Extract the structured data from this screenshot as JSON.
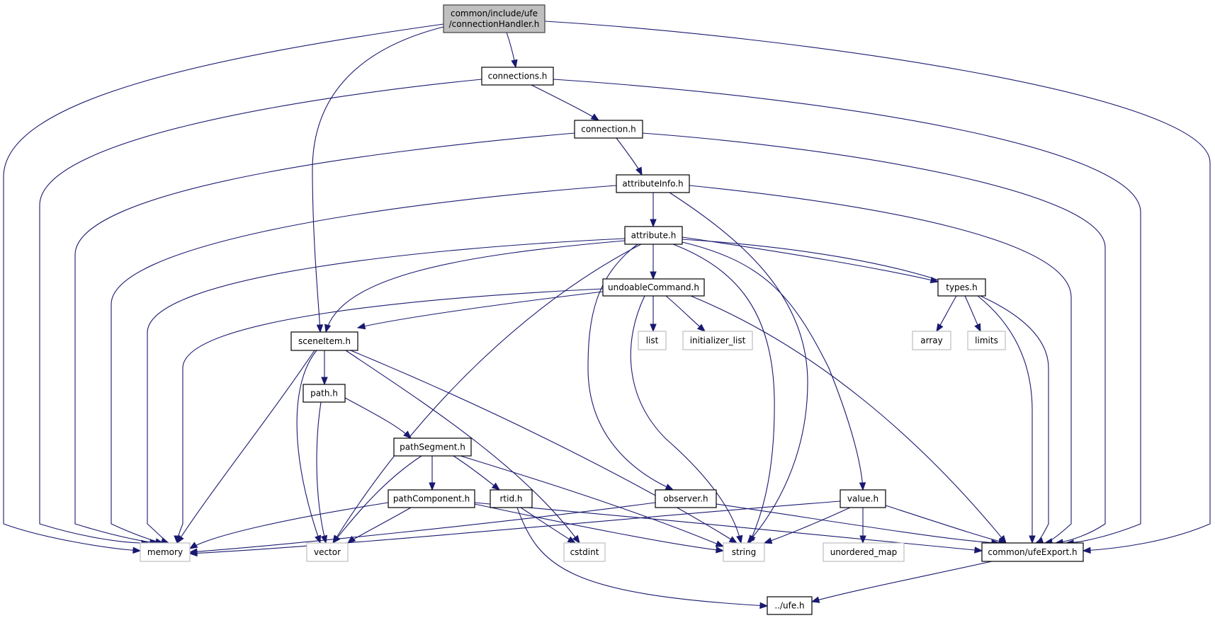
{
  "diagram": {
    "title": "Include dependency graph for connectionHandler.h",
    "colors": {
      "edge": "#191970",
      "root_fill": "#bfbfbf",
      "root_border": "#404040",
      "local_fill": "#ffffff",
      "local_border": "#000000",
      "system_fill": "#ffffff",
      "system_border": "#bfbfbf"
    },
    "nodes": [
      {
        "id": "root",
        "kind": "root",
        "lines": [
          "common/include/ufe",
          "/connectionHandler.h"
        ]
      },
      {
        "id": "connections",
        "kind": "local",
        "lines": [
          "connections.h"
        ]
      },
      {
        "id": "connection",
        "kind": "local",
        "lines": [
          "connection.h"
        ]
      },
      {
        "id": "attributeInfo",
        "kind": "local",
        "lines": [
          "attributeInfo.h"
        ]
      },
      {
        "id": "attribute",
        "kind": "local",
        "lines": [
          "attribute.h"
        ]
      },
      {
        "id": "undoableCommand",
        "kind": "local",
        "lines": [
          "undoableCommand.h"
        ]
      },
      {
        "id": "types",
        "kind": "local",
        "lines": [
          "types.h"
        ]
      },
      {
        "id": "sceneItem",
        "kind": "local",
        "lines": [
          "sceneItem.h"
        ]
      },
      {
        "id": "list",
        "kind": "system",
        "lines": [
          "list"
        ]
      },
      {
        "id": "initializer_list",
        "kind": "system",
        "lines": [
          "initializer_list"
        ]
      },
      {
        "id": "array",
        "kind": "system",
        "lines": [
          "array"
        ]
      },
      {
        "id": "limits",
        "kind": "system",
        "lines": [
          "limits"
        ]
      },
      {
        "id": "path",
        "kind": "local",
        "lines": [
          "path.h"
        ]
      },
      {
        "id": "pathSegment",
        "kind": "local",
        "lines": [
          "pathSegment.h"
        ]
      },
      {
        "id": "pathComponent",
        "kind": "local",
        "lines": [
          "pathComponent.h"
        ]
      },
      {
        "id": "rtid",
        "kind": "local",
        "lines": [
          "rtid.h"
        ]
      },
      {
        "id": "observer",
        "kind": "local",
        "lines": [
          "observer.h"
        ]
      },
      {
        "id": "value",
        "kind": "local",
        "lines": [
          "value.h"
        ]
      },
      {
        "id": "memory",
        "kind": "system",
        "lines": [
          "memory"
        ]
      },
      {
        "id": "vector",
        "kind": "system",
        "lines": [
          "vector"
        ]
      },
      {
        "id": "cstdint",
        "kind": "system",
        "lines": [
          "cstdint"
        ]
      },
      {
        "id": "string",
        "kind": "system",
        "lines": [
          "string"
        ]
      },
      {
        "id": "unordered_map",
        "kind": "system",
        "lines": [
          "unordered_map"
        ]
      },
      {
        "id": "ufeExport",
        "kind": "local",
        "lines": [
          "common/ufeExport.h"
        ]
      },
      {
        "id": "ufe",
        "kind": "local",
        "lines": [
          "../ufe.h"
        ]
      }
    ],
    "edges": [
      {
        "from": "root",
        "to": "connections"
      },
      {
        "from": "root",
        "to": "memory"
      },
      {
        "from": "root",
        "to": "sceneItem"
      },
      {
        "from": "root",
        "to": "ufeExport"
      },
      {
        "from": "connections",
        "to": "connection"
      },
      {
        "from": "connections",
        "to": "memory"
      },
      {
        "from": "connections",
        "to": "ufeExport"
      },
      {
        "from": "connection",
        "to": "attributeInfo"
      },
      {
        "from": "connection",
        "to": "memory"
      },
      {
        "from": "connection",
        "to": "ufeExport"
      },
      {
        "from": "attributeInfo",
        "to": "attribute"
      },
      {
        "from": "attributeInfo",
        "to": "memory"
      },
      {
        "from": "attributeInfo",
        "to": "string"
      },
      {
        "from": "attributeInfo",
        "to": "ufeExport"
      },
      {
        "from": "attribute",
        "to": "sceneItem"
      },
      {
        "from": "attribute",
        "to": "undoableCommand"
      },
      {
        "from": "attribute",
        "to": "types"
      },
      {
        "from": "attribute",
        "to": "observer"
      },
      {
        "from": "attribute",
        "to": "value"
      },
      {
        "from": "attribute",
        "to": "memory"
      },
      {
        "from": "attribute",
        "to": "vector"
      },
      {
        "from": "attribute",
        "to": "string"
      },
      {
        "from": "attribute",
        "to": "ufeExport"
      },
      {
        "from": "undoableCommand",
        "to": "sceneItem"
      },
      {
        "from": "undoableCommand",
        "to": "list"
      },
      {
        "from": "undoableCommand",
        "to": "initializer_list"
      },
      {
        "from": "undoableCommand",
        "to": "memory"
      },
      {
        "from": "undoableCommand",
        "to": "string"
      },
      {
        "from": "undoableCommand",
        "to": "ufeExport"
      },
      {
        "from": "types",
        "to": "array"
      },
      {
        "from": "types",
        "to": "limits"
      },
      {
        "from": "types",
        "to": "ufeExport"
      },
      {
        "from": "sceneItem",
        "to": "path"
      },
      {
        "from": "sceneItem",
        "to": "memory"
      },
      {
        "from": "sceneItem",
        "to": "vector"
      },
      {
        "from": "sceneItem",
        "to": "cstdint"
      },
      {
        "from": "sceneItem",
        "to": "string"
      },
      {
        "from": "path",
        "to": "pathSegment"
      },
      {
        "from": "path",
        "to": "vector"
      },
      {
        "from": "pathSegment",
        "to": "pathComponent"
      },
      {
        "from": "pathSegment",
        "to": "rtid"
      },
      {
        "from": "pathSegment",
        "to": "vector"
      },
      {
        "from": "pathSegment",
        "to": "string"
      },
      {
        "from": "pathComponent",
        "to": "memory"
      },
      {
        "from": "pathComponent",
        "to": "vector"
      },
      {
        "from": "pathComponent",
        "to": "string"
      },
      {
        "from": "pathComponent",
        "to": "ufeExport"
      },
      {
        "from": "rtid",
        "to": "cstdint"
      },
      {
        "from": "rtid",
        "to": "ufe"
      },
      {
        "from": "observer",
        "to": "memory"
      },
      {
        "from": "observer",
        "to": "ufeExport"
      },
      {
        "from": "value",
        "to": "memory"
      },
      {
        "from": "value",
        "to": "string"
      },
      {
        "from": "value",
        "to": "unordered_map"
      },
      {
        "from": "value",
        "to": "ufeExport"
      },
      {
        "from": "ufeExport",
        "to": "ufe"
      }
    ]
  }
}
